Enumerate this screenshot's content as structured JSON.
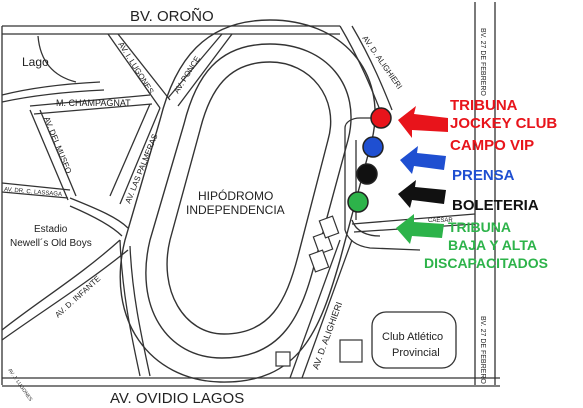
{
  "streets": {
    "north": "BV. OROÑO",
    "south": "AV. OVIDIO LAGOS",
    "east_top": "BV. 27 DE FEBRERO",
    "east_bottom": "BV. 27 DE FEBRERO",
    "lugones": "AV. I. LUGONES",
    "ponce": "AV. PONCE",
    "champagnat": "M. CHAMPAGNAT",
    "del_museo": "AV. DEL MUSEO",
    "lassaga": "AV. DR. C. LASSAGA",
    "las_palmeras": "AV. LAS PALMERAS",
    "infante": "AV. D. INFANTE",
    "alighieri_top": "AV. D. ALIGHIERI",
    "alighieri_bottom": "AV. D. ALIGHIERI",
    "caesar": "CAESAR",
    "corner_small": "AV. J. LUGONES"
  },
  "places": {
    "lago": "Lago",
    "hipodromo_line1": "HIPÓDROMO",
    "hipodromo_line2": "INDEPENDENCIA",
    "estadio_line1": "Estadio",
    "estadio_line2": "Newell´s Old Boys",
    "club_line1": "Club Atlético",
    "club_line2": "Provincial"
  },
  "legend": [
    {
      "lines": [
        "TRIBUNA",
        "JOCKEY CLUB"
      ],
      "color": "#e8141b"
    },
    {
      "lines": [
        "CAMPO VIP"
      ],
      "color": "#e8141b"
    },
    {
      "lines": [
        "PRENSA"
      ],
      "color": "#1f4fd1"
    },
    {
      "lines": [
        "BOLETERIA"
      ],
      "color": "#111111"
    },
    {
      "lines": [
        "TRIBUNA",
        "BAJA Y ALTA",
        "DISCAPACITADOS"
      ],
      "color": "#2db34a"
    }
  ],
  "markers": [
    {
      "color": "#e8141b"
    },
    {
      "color": "#1f4fd1"
    },
    {
      "color": "#111111"
    },
    {
      "color": "#2db34a"
    }
  ],
  "colors": {
    "road_line": "#333333",
    "block_fill": "#ffffff",
    "background": "#ffffff"
  }
}
